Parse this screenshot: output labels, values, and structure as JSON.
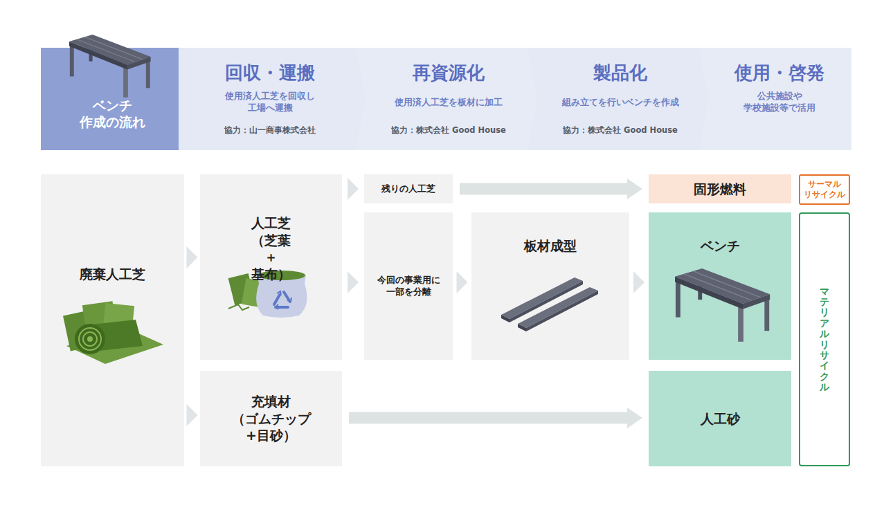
{
  "diagram": {
    "nodes": [
      {
        "text": [
          "ベンチ 作成の流れ"
        ]
      },
      {
        "text": [
          "回収・運搬",
          "使用済人工芝を回収し 工場へ運搬",
          "協力：山一商事株式会社"
        ]
      },
      {
        "text": [
          "再資源化",
          "使用済人工芝を板材に加工",
          "協力：株式会社 Good House"
        ]
      },
      {
        "text": [
          "製品化",
          "組み立てを行いベンチを作成",
          "協力：株式会社 Good House"
        ]
      },
      {
        "text": [
          "使用・啓発",
          "公共施設や 学校施設等で活用"
        ]
      },
      {
        "text": [
          "廃棄人工芝"
        ]
      },
      {
        "text": [
          "人工芝 （芝葉＋基布）"
        ]
      },
      {
        "text": [
          "残りの人工芝"
        ]
      },
      {
        "text": [
          "今回の事業用に 一部を分離"
        ]
      },
      {
        "text": [
          "板材成型"
        ]
      },
      {
        "text": [
          "充填材 （ゴムチップ+目砂）"
        ]
      },
      {
        "text": [
          "固形燃料"
        ]
      },
      {
        "text": [
          "ベンチ"
        ]
      },
      {
        "text": [
          "人工砂"
        ]
      },
      {
        "text": [
          "サーマル リサイクル"
        ]
      },
      {
        "text": [
          "マテリアルリサイクル"
        ]
      }
    ],
    "edges": [
      {
        "from": 5,
        "to": 6,
        "arrow": "to"
      },
      {
        "from": 5,
        "to": 10,
        "arrow": "to"
      },
      {
        "from": 6,
        "to": 7,
        "arrow": "to"
      },
      {
        "from": 6,
        "to": 8,
        "arrow": "to"
      },
      {
        "from": 8,
        "to": 9,
        "arrow": "to"
      },
      {
        "from": 9,
        "to": 12,
        "arrow": "to"
      },
      {
        "from": 7,
        "to": 11,
        "arrow": "to"
      },
      {
        "from": 10,
        "to": 13,
        "arrow": "to"
      }
    ]
  }
}
